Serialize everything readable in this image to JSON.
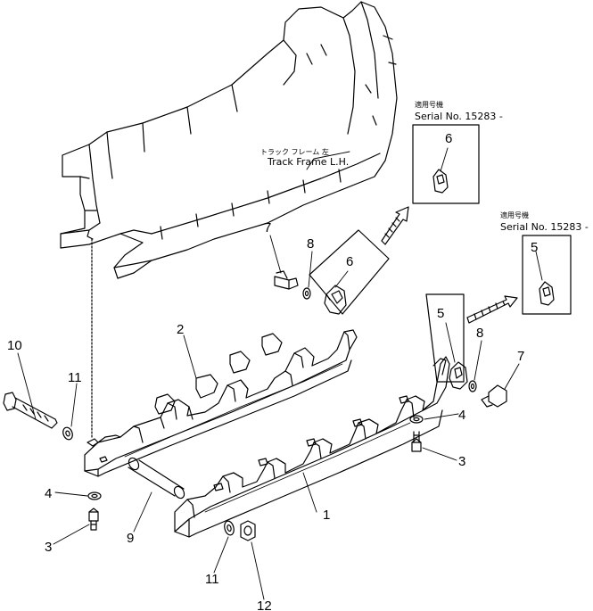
{
  "frame_label": {
    "jp": "トラック フレーム 左",
    "en": "Track Frame L.H."
  },
  "inset_top": {
    "jp": "適用号機",
    "serial": "Serial No. 15283 -",
    "part": "6"
  },
  "inset_right": {
    "jp": "適用号機",
    "serial": "Serial No. 15283 -",
    "part": "5"
  },
  "callouts": {
    "c1": "1",
    "c2": "2",
    "c3a": "3",
    "c3b": "3",
    "c4a": "4",
    "c4b": "4",
    "c5": "5",
    "c6": "6",
    "c7a": "7",
    "c7b": "7",
    "c8a": "8",
    "c8b": "8",
    "c9": "9",
    "c10": "10",
    "c11a": "11",
    "c11b": "11",
    "c12": "12"
  },
  "colors": {
    "ink": "#000000",
    "paper": "#ffffff"
  }
}
